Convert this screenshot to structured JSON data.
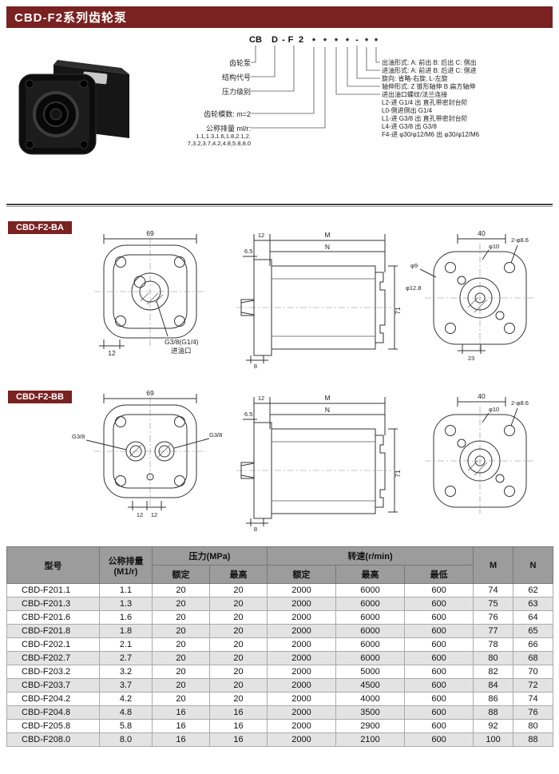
{
  "page": {
    "title": "CBD-F2系列齿轮泵"
  },
  "model_code": {
    "tokens": [
      "CB",
      "D",
      "-",
      "F",
      "2",
      "*",
      "*",
      "*",
      "*",
      "-",
      "*",
      "*"
    ],
    "left_labels": [
      "齿轮泵",
      "结构代号",
      "压力级别",
      "齿轮模数: m=2",
      "公称排量 ml/r:",
      "1.1,1.3,1.6,1.8,2.1,2.",
      "7,3.2,3.7,4.2,4.8,5.8,8.0"
    ],
    "right_labels": [
      "出油形式: A: 前出  B: 后出  C: 侧出",
      "进油形式: A: 前进  B: 后进  C: 侧进",
      "旋向: 省略-右旋, L-左旋",
      "轴伸形式: Z 锥形轴伸  B 扁方轴伸",
      "进出油口螺纹/法兰连接",
      "L2-进 G1/4 出 直孔带密封台阶",
      "L0-侧进侧出 G1/4",
      "L1-进 G3/8 出 直孔带密封台阶",
      "L4-进 G3/8 出 G3/8",
      "F4-进 φ30/φ12/M6 出 φ30/φ12/M6"
    ]
  },
  "section_ba": {
    "label": "CBD-F2-BA",
    "dims": {
      "front_width": "69",
      "front_bottom": "12",
      "port": "G3/8(G1/4)",
      "port_name": "进油口",
      "side_top1": "12",
      "side_top2": "M",
      "side_top3": "N",
      "side_left1": "6.5",
      "side_left2": "8",
      "side_right": "71",
      "rear_top": "40",
      "rear_hole": "φ10",
      "rear_bolt": "2-φ8.6",
      "rear_d1": "φ9",
      "rear_d2": "φ12.8",
      "rear_bottom": "23"
    }
  },
  "section_bb": {
    "label": "CBD-F2-BB",
    "dims": {
      "front_width": "69",
      "port_left": "G3/8",
      "port_right": "G3/8",
      "front_bottom1": "12",
      "front_bottom2": "12",
      "side_top1": "12",
      "side_top2": "M",
      "side_top3": "N",
      "side_left1": "6.5",
      "side_left2": "8",
      "side_right": "71",
      "rear_top": "40",
      "rear_hole": "φ10",
      "rear_bolt": "2-φ8.6"
    }
  },
  "table": {
    "headers": {
      "model": "型号",
      "displacement_line1": "公称排量",
      "displacement_line2": "(M1/r)",
      "pressure_group": "压力(MPa)",
      "speed_group": "转速(r/min)",
      "rated": "额定",
      "max": "最高",
      "speed_rated": "额定",
      "speed_max": "最高",
      "speed_min": "最低",
      "m": "M",
      "n": "N"
    },
    "rows": [
      [
        "CBD-F201.1",
        "1.1",
        "20",
        "20",
        "2000",
        "6000",
        "600",
        "74",
        "62"
      ],
      [
        "CBD-F201.3",
        "1.3",
        "20",
        "20",
        "2000",
        "6000",
        "600",
        "75",
        "63"
      ],
      [
        "CBD-F201.6",
        "1.6",
        "20",
        "20",
        "2000",
        "6000",
        "600",
        "76",
        "64"
      ],
      [
        "CBD-F201.8",
        "1.8",
        "20",
        "20",
        "2000",
        "6000",
        "600",
        "77",
        "65"
      ],
      [
        "CBD-F202.1",
        "2.1",
        "20",
        "20",
        "2000",
        "6000",
        "600",
        "78",
        "66"
      ],
      [
        "CBD-F202.7",
        "2.7",
        "20",
        "20",
        "2000",
        "6000",
        "600",
        "80",
        "68"
      ],
      [
        "CBD-F203.2",
        "3.2",
        "20",
        "20",
        "2000",
        "5000",
        "600",
        "82",
        "70"
      ],
      [
        "CBD-F203.7",
        "3.7",
        "20",
        "20",
        "2000",
        "4500",
        "600",
        "84",
        "72"
      ],
      [
        "CBD-F204.2",
        "4.2",
        "20",
        "20",
        "2000",
        "4000",
        "600",
        "86",
        "74"
      ],
      [
        "CBD-F204.8",
        "4.8",
        "16",
        "16",
        "2000",
        "3500",
        "600",
        "88",
        "76"
      ],
      [
        "CBD-F205.8",
        "5.8",
        "16",
        "16",
        "2000",
        "2900",
        "600",
        "92",
        "80"
      ],
      [
        "CBD-F208.0",
        "8.0",
        "16",
        "16",
        "2000",
        "2100",
        "600",
        "100",
        "88"
      ]
    ]
  },
  "colors": {
    "accent": "#7a2121",
    "table_header_bg": "#9c9c9c",
    "row_alt_bg": "#e3e3e3"
  }
}
